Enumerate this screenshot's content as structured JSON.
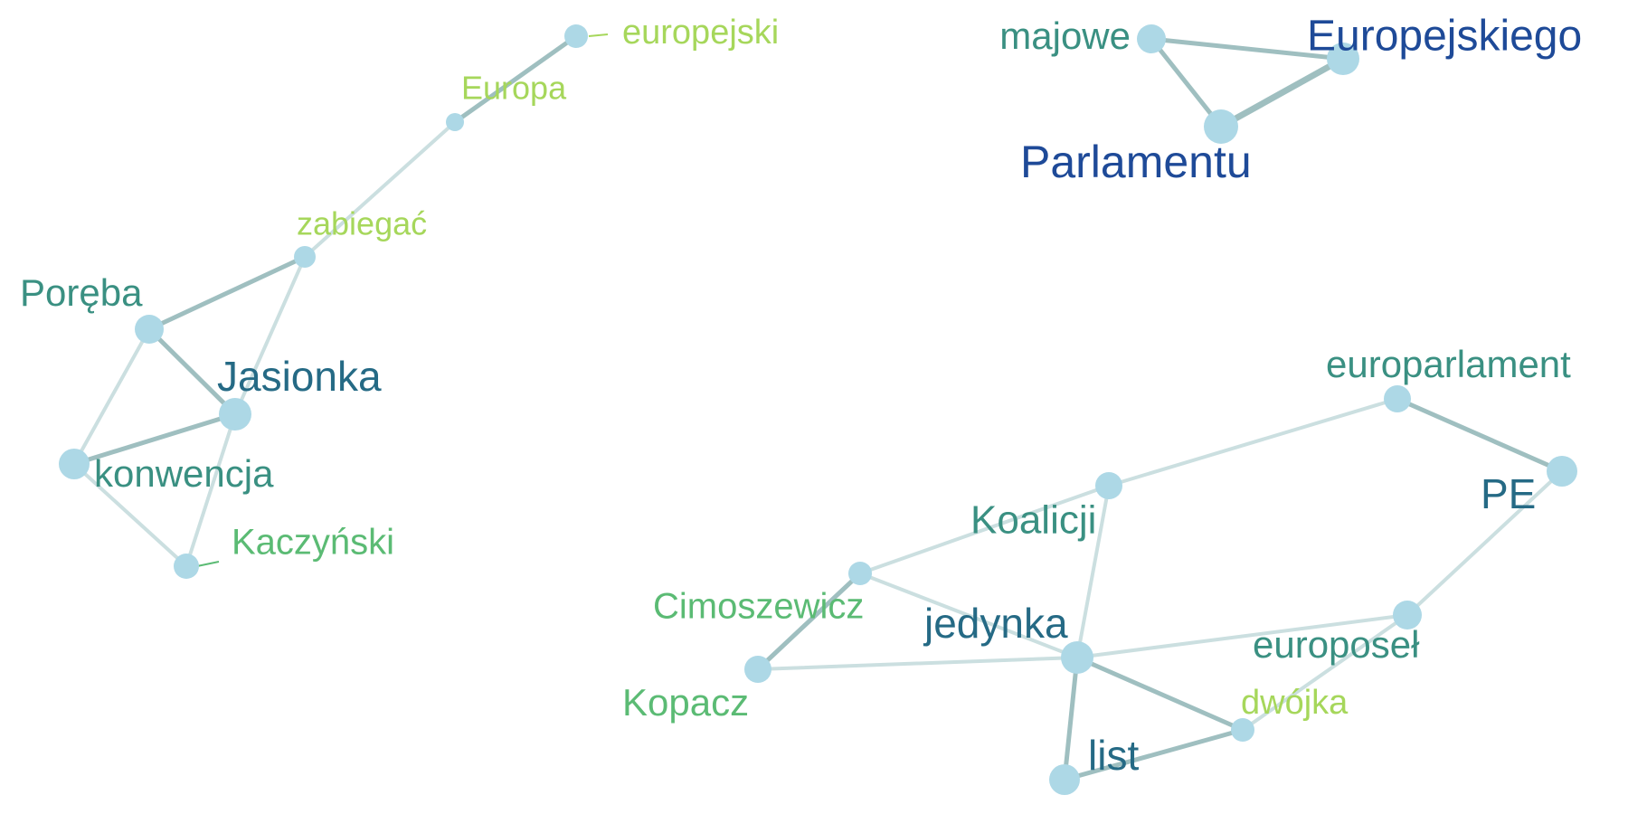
{
  "graph": {
    "nodes": [
      {
        "id": "europejski",
        "label": "europejski",
        "color": "#a6d75b"
      },
      {
        "id": "europa",
        "label": "Europa",
        "color": "#a6d75b"
      },
      {
        "id": "zabiegac",
        "label": "zabiegać",
        "color": "#a6d75b"
      },
      {
        "id": "poreba",
        "label": "Poręba",
        "color": "#3a9082"
      },
      {
        "id": "jasionka",
        "label": "Jasionka",
        "color": "#256a85"
      },
      {
        "id": "konwencja",
        "label": "konwencja",
        "color": "#3a9082"
      },
      {
        "id": "kaczynski",
        "label": "Kaczyński",
        "color": "#5bbb74"
      },
      {
        "id": "majowe",
        "label": "majowe",
        "color": "#3a9082"
      },
      {
        "id": "europejskiego",
        "label": "Europejskiego",
        "color": "#1e4a98"
      },
      {
        "id": "parlamentu",
        "label": "Parlamentu",
        "color": "#1e4a98"
      },
      {
        "id": "europarlament",
        "label": "europarlament",
        "color": "#3a9082"
      },
      {
        "id": "pe",
        "label": "PE",
        "color": "#256a85"
      },
      {
        "id": "koalicji",
        "label": "Koalicji",
        "color": "#3a9082"
      },
      {
        "id": "cimoszewicz",
        "label": "Cimoszewicz",
        "color": "#5bbb74"
      },
      {
        "id": "jedynka",
        "label": "jedynka",
        "color": "#256a85"
      },
      {
        "id": "europosel",
        "label": "europoseł",
        "color": "#3a9082"
      },
      {
        "id": "kopacz",
        "label": "Kopacz",
        "color": "#5bbb74"
      },
      {
        "id": "dwojka",
        "label": "dwójka",
        "color": "#a6d75b"
      },
      {
        "id": "list",
        "label": "list",
        "color": "#256a85"
      }
    ],
    "edges": [
      {
        "from": "europejski",
        "to": "europa",
        "weight": 2
      },
      {
        "from": "europa",
        "to": "zabiegac",
        "weight": 1
      },
      {
        "from": "zabiegac",
        "to": "poreba",
        "weight": 2
      },
      {
        "from": "zabiegac",
        "to": "jasionka",
        "weight": 1
      },
      {
        "from": "poreba",
        "to": "jasionka",
        "weight": 2
      },
      {
        "from": "poreba",
        "to": "konwencja",
        "weight": 1
      },
      {
        "from": "jasionka",
        "to": "konwencja",
        "weight": 2
      },
      {
        "from": "jasionka",
        "to": "kaczynski",
        "weight": 1
      },
      {
        "from": "konwencja",
        "to": "kaczynski",
        "weight": 1
      },
      {
        "from": "majowe",
        "to": "europejskiego",
        "weight": 2
      },
      {
        "from": "majowe",
        "to": "parlamentu",
        "weight": 2
      },
      {
        "from": "europejskiego",
        "to": "parlamentu",
        "weight": 3
      },
      {
        "from": "europarlament",
        "to": "pe",
        "weight": 2
      },
      {
        "from": "europarlament",
        "to": "koalicji",
        "weight": 1
      },
      {
        "from": "pe",
        "to": "europosel",
        "weight": 1
      },
      {
        "from": "koalicji",
        "to": "cimoszewicz",
        "weight": 1
      },
      {
        "from": "koalicji",
        "to": "jedynka",
        "weight": 1
      },
      {
        "from": "cimoszewicz",
        "to": "kopacz",
        "weight": 2
      },
      {
        "from": "cimoszewicz",
        "to": "jedynka",
        "weight": 1
      },
      {
        "from": "kopacz",
        "to": "jedynka",
        "weight": 1
      },
      {
        "from": "jedynka",
        "to": "europosel",
        "weight": 1
      },
      {
        "from": "jedynka",
        "to": "dwojka",
        "weight": 2
      },
      {
        "from": "jedynka",
        "to": "list",
        "weight": 2
      },
      {
        "from": "europosel",
        "to": "dwojka",
        "weight": 1
      },
      {
        "from": "dwojka",
        "to": "list",
        "weight": 2
      }
    ]
  },
  "colors": {
    "node_fill": "#add8e6",
    "edge_light": "#cbdfe0",
    "edge_dark": "#9fbfc0"
  }
}
